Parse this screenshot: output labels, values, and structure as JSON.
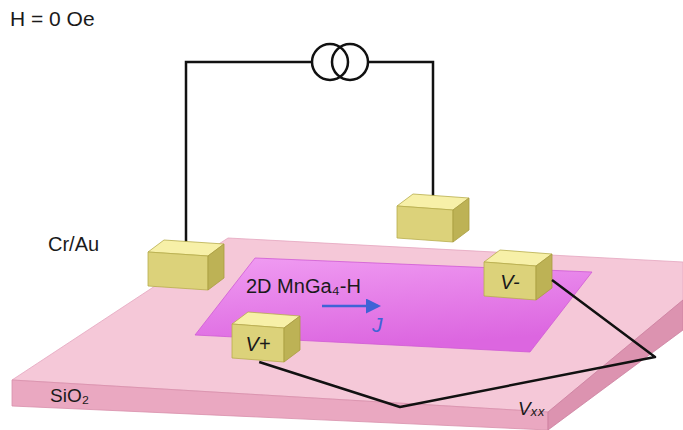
{
  "diagram": {
    "nodes": [
      {
        "text": [
          "SiO₂"
        ]
      },
      {
        "text": [
          "2D MnGa₄-H",
          "J"
        ],
        "in": 0
      },
      {
        "text": [
          "V+"
        ],
        "in": 0
      },
      {
        "text": [
          "V-"
        ],
        "in": 0
      }
    ],
    "edges": [
      {
        "from": 2,
        "to": 3,
        "arrow": "none"
      }
    ],
    "labels": [
      "H = 0 Oe",
      "Cr/Au",
      "Vₓₓ"
    ]
  }
}
